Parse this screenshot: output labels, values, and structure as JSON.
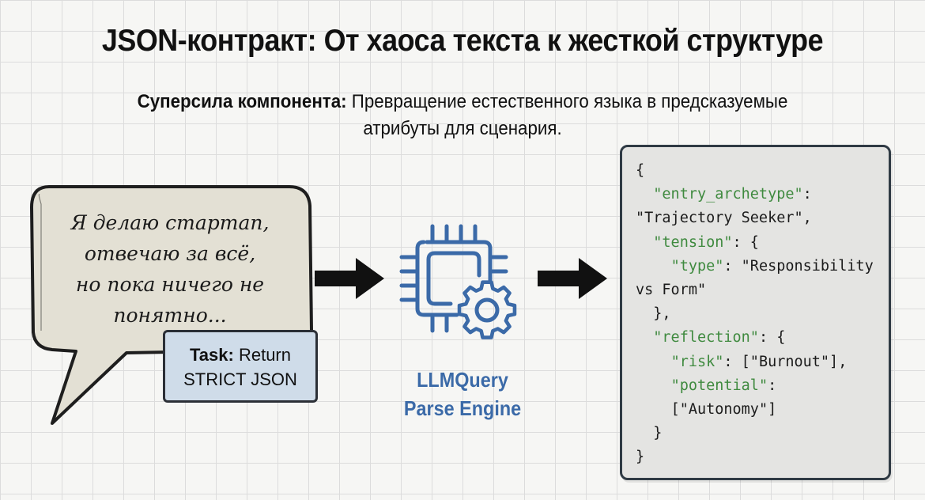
{
  "title": "JSON-контракт: От хаоса текста к жесткой структуре",
  "subtitle": {
    "bold": "Суперсила компонента:",
    "text_line1": " Превращение естественного языка в предсказуемые",
    "text_line2": "атрибуты для сценария."
  },
  "bubble": {
    "lines": [
      "Я делаю стартап,",
      "отвечаю за всё,",
      "но пока ничего не",
      "понятно..."
    ]
  },
  "task": {
    "bold": "Task:",
    "text1": " Return",
    "text2": "STRICT JSON"
  },
  "engine": {
    "label_line1": "LLMQuery",
    "label_line2": "Parse Engine"
  },
  "code": {
    "open_brace": "{",
    "k_entry": "\"entry_archetype\"",
    "v_entry": "\"Trajectory Seeker\",",
    "k_tension": "\"tension\"",
    "k_type": "\"type\"",
    "v_type_1": "\"Responsibility",
    "v_type_2": "vs Form\"",
    "close_tension": "},",
    "k_reflection": "\"reflection\"",
    "k_risk": "\"risk\"",
    "v_risk": "[\"Burnout\"],",
    "k_potential": "\"potential\"",
    "v_potential": "[\"Autonomy\"]",
    "close_reflection": "}",
    "close_brace": "}"
  },
  "colors": {
    "accent_blue": "#3b6aa8",
    "json_key_green": "#3f8a3f",
    "bubble_fill": "#e3e0d4",
    "task_fill": "#cfdce9"
  }
}
